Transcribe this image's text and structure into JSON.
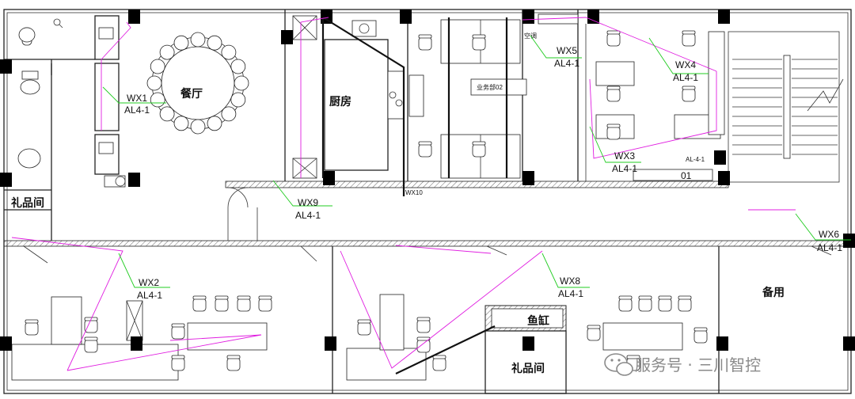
{
  "rooms": {
    "dining": "餐厅",
    "kitchen": "厨房",
    "gift_room_left": "礼品间",
    "gift_room_bottom": "礼品间",
    "fish_tank": "鱼缸",
    "spare": "备用",
    "business_dept": "业务部02",
    "office_01": "01",
    "ac": "空调",
    "al_small": "AL-4-1",
    "wx10": "WX10"
  },
  "circuits": [
    {
      "id": "WX1",
      "panel": "AL4-1"
    },
    {
      "id": "WX2",
      "panel": "AL4-1"
    },
    {
      "id": "WX3",
      "panel": "AL4-1"
    },
    {
      "id": "WX4",
      "panel": "AL4-1"
    },
    {
      "id": "WX5",
      "panel": "AL4-1"
    },
    {
      "id": "WX6",
      "panel": "AL4-1"
    },
    {
      "id": "WX8",
      "panel": "AL4-1"
    },
    {
      "id": "WX9",
      "panel": "AL4-1"
    }
  ],
  "watermark": {
    "text": "服务号 · 三川智控",
    "icon": "wechat-icon"
  },
  "colors": {
    "wire": "#e01ee0",
    "leader": "#22cc22",
    "wall": "#222222"
  }
}
